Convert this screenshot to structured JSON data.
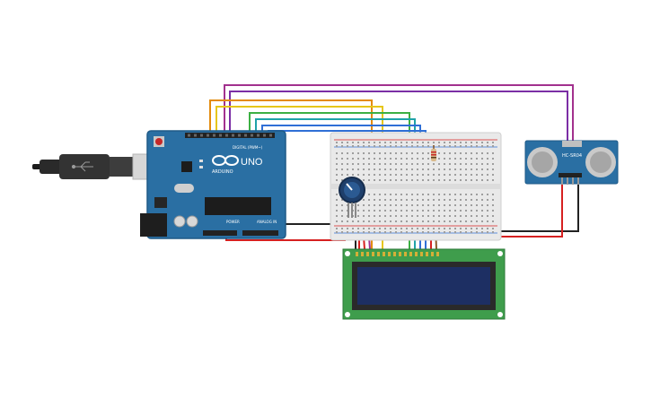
{
  "arduino": {
    "logo_text": "ARDUINO",
    "model": "UNO",
    "digital_label": "DIGITAL (PWM~)",
    "power_label": "POWER",
    "analog_label": "ANALOG IN"
  },
  "sensor": {
    "label": "HC-SR04"
  },
  "colors": {
    "board": "#2a6fa3",
    "board_edge": "#1f5a87",
    "breadboard": "#e9e9e9",
    "lcd_pcb": "#3f9d4c",
    "lcd_screen": "#1d2f63",
    "sensor_pcb": "#2a6fa3",
    "wire_red": "#d62020",
    "wire_black": "#222222",
    "wire_orange": "#e38b0c",
    "wire_yellow": "#e6c619",
    "wire_green": "#3cb043",
    "wire_teal": "#1fa2a8",
    "wire_blue": "#2f6fd6",
    "wire_purple": "#7b2ea5",
    "wire_magenta": "#a2318e",
    "wire_brown": "#8a5a2b"
  },
  "icons": [
    "usb-plug-icon",
    "potentiometer-icon",
    "resistor-icon",
    "reset-button-icon"
  ]
}
